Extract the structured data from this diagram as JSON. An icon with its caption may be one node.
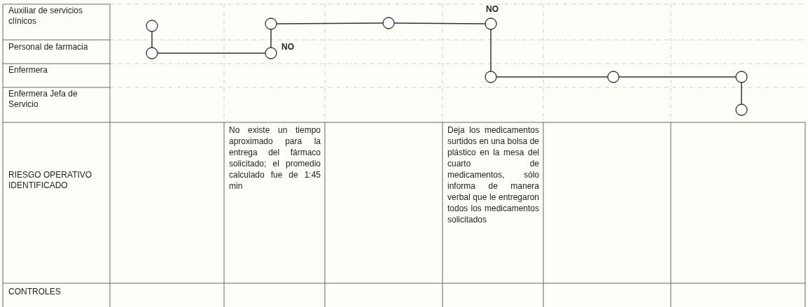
{
  "diagram": {
    "nodes": [
      {
        "text": [],
        "shape": "circle"
      },
      {
        "text": [],
        "shape": "circle"
      },
      {
        "text": [],
        "shape": "circle"
      },
      {
        "text": [],
        "shape": "circle"
      },
      {
        "text": [],
        "shape": "circle"
      },
      {
        "text": [],
        "shape": "circle"
      },
      {
        "text": [],
        "shape": "circle"
      },
      {
        "text": [],
        "shape": "circle"
      },
      {
        "text": [],
        "shape": "circle"
      },
      {
        "text": [],
        "shape": "circle"
      }
    ],
    "edges": [
      {
        "from": 0,
        "to": 1,
        "arrow": "none"
      },
      {
        "from": 1,
        "to": 2,
        "arrow": "none"
      },
      {
        "from": 2,
        "to": 3,
        "arrow": "none"
      },
      {
        "from": 3,
        "to": 4,
        "arrow": "none"
      },
      {
        "from": 4,
        "to": 5,
        "arrow": "none"
      },
      {
        "from": 5,
        "to": 6,
        "arrow": "none"
      },
      {
        "from": 6,
        "to": 7,
        "arrow": "none"
      },
      {
        "from": 7,
        "to": 8,
        "arrow": "none"
      },
      {
        "from": 8,
        "to": 9,
        "arrow": "none"
      }
    ],
    "labels": [
      "Auxiliar de servicios clínicos",
      "NO",
      "Personal de farmacia",
      "NO",
      "Enfermera",
      "Enfermera Jefa de Servicio",
      "RIESGO OPERATIVO IDENTIFICADO",
      "No existe un tiempo aproximado para la entrega del fármaco solicitado; el promedio calculado fue de 1:45 min",
      "Deja los medicamentos surtidos en una bolsa de plástico en la mesa del cuarto de medicamentos, sólo informa de manera verbal que le entregaron todos los medicamentos solicitados",
      "CONTROLES"
    ]
  }
}
